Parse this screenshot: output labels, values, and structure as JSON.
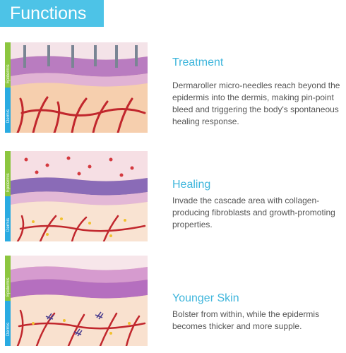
{
  "header": {
    "title": "Functions"
  },
  "layer_labels": {
    "epidermis": "Epidermis",
    "dermis": "Dermis"
  },
  "colors": {
    "banner": "#4dc3e7",
    "heading": "#3fb6dc",
    "body_text": "#555555",
    "epidermis_strip": "#8cc63f",
    "dermis_strip": "#29abe2",
    "vessel": "#c1272d"
  },
  "steps": [
    {
      "title": "Treatment",
      "description": "Dermaroller micro-needles reach beyond the epidermis into the dermis, making pin-point bleed and triggering the body's spontaneous healing response."
    },
    {
      "title": "Healing",
      "description": "Invade the cascade area with collagen-producing fibroblasts and growth-promoting properties."
    },
    {
      "title": "Younger Skin",
      "description": "Bolster from within, while the epidermis becomes thicker and more supple."
    }
  ]
}
